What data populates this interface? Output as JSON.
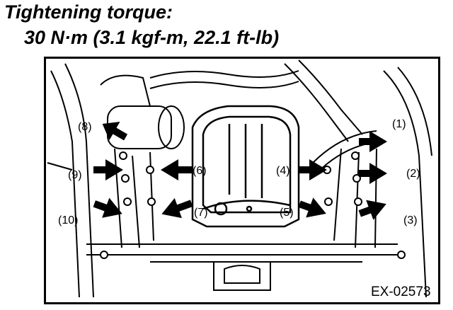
{
  "header": {
    "title": "Tightening torque:",
    "torque": "30 N·m (3.1 kgf-m, 22.1 ft-lb)"
  },
  "figure": {
    "labels": [
      "(1)",
      "(2)",
      "(3)",
      "(4)",
      "(5)",
      "(6)",
      "(7)",
      "(8)",
      "(9)",
      "(10)"
    ],
    "code": "EX-02573"
  }
}
